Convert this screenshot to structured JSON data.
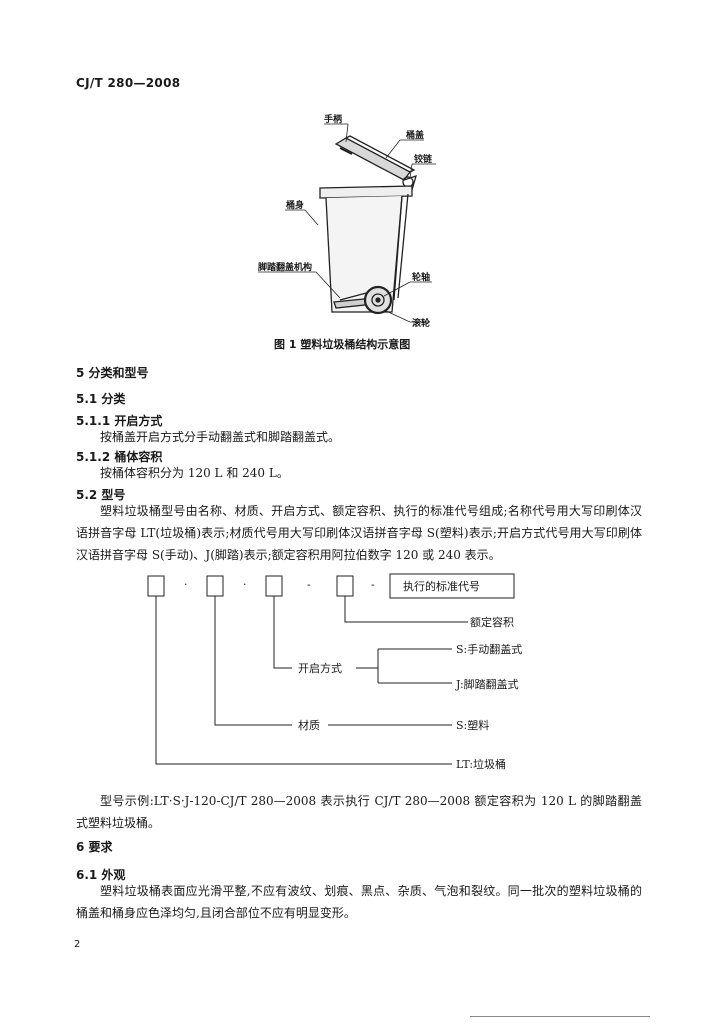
{
  "header": "CJ/T 280—2008",
  "figure1": {
    "labels": {
      "handle": "手柄",
      "lid": "桶盖",
      "hinge": "铰链",
      "body": "桶身",
      "pedal": "脚踏翻盖机构",
      "axle": "轮轴",
      "wheel": "滚轮"
    },
    "caption": "图 1   塑料垃圾桶结构示意图"
  },
  "s5": {
    "title": "5   分类和型号"
  },
  "s51": {
    "title": "5.1   分类"
  },
  "s511": {
    "title": "5.1.1   开启方式",
    "text": "按桶盖开启方式分手动翻盖式和脚踏翻盖式。"
  },
  "s512": {
    "title": "5.1.2   桶体容积",
    "text": "按桶体容积分为 120 L 和 240 L。"
  },
  "s52": {
    "title": "5.2   型号",
    "text": "塑料垃圾桶型号由名称、材质、开启方式、额定容积、执行的标准代号组成;名称代号用大写印刷体汉语拼音字母 LT(垃圾桶)表示;材质代号用大写印刷体汉语拼音字母 S(塑料)表示;开启方式代号用大写印刷体汉语拼音字母 S(手动)、J(脚踏)表示;额定容积用阿拉伯数字 120 或 240 表示。"
  },
  "model_diagram": {
    "dot1": "·",
    "dot2": "·",
    "dash1": "-",
    "dash2": "-",
    "std_box": "执行的标准代号",
    "capacity": "额定容积",
    "open_mode": "开启方式",
    "manual": "S:手动翻盖式",
    "pedal": "J:脚踏翻盖式",
    "material": "材质",
    "plastic": "S:塑料",
    "name": "LT:垃圾桶"
  },
  "example": "型号示例:LT·S·J-120-CJ/T 280—2008 表示执行 CJ/T 280—2008 额定容积为 120 L 的脚踏翻盖式塑料垃圾桶。",
  "s6": {
    "title": "6   要求"
  },
  "s61": {
    "title": "6.1   外观",
    "text": "塑料垃圾桶表面应光滑平整,不应有波纹、划痕、黑点、杂质、气泡和裂纹。同一批次的塑料垃圾桶的桶盖和桶身应色泽均匀,且闭合部位不应有明显变形。"
  },
  "page_number": "2"
}
